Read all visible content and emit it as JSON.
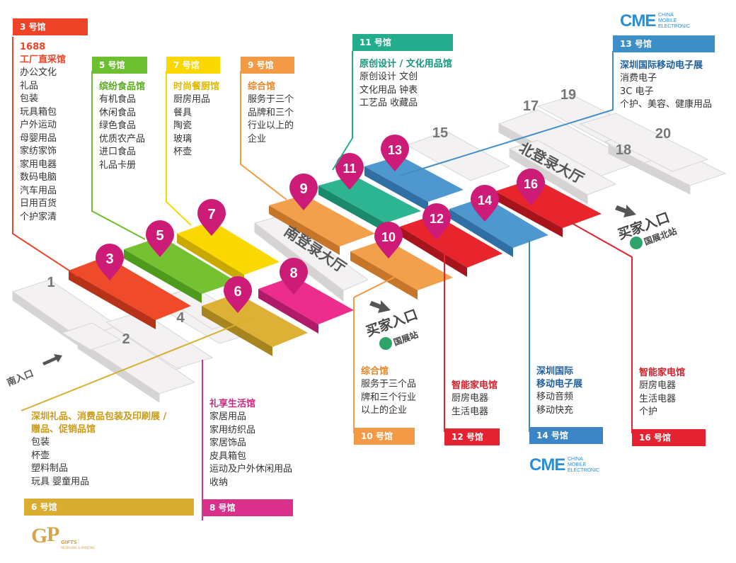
{
  "colors": {
    "h3": "#ee4326",
    "h5": "#6cbf2e",
    "h7": "#fbd700",
    "h9": "#f29a45",
    "h11": "#24ad8c",
    "h13": "#3e8fc8",
    "h6": "#d9ae30",
    "h8": "#d9318b",
    "h10": "#f29a45",
    "h12": "#e32430",
    "h14": "#3c86c5",
    "h16": "#e32430",
    "pin": "#cd1b78",
    "white_block": "#f0eeee",
    "text_gray": "#444444"
  },
  "logos": {
    "cme_top": "CME",
    "cme_top_sub": [
      "CHINA",
      "MOBILE",
      "ELECTRONIC"
    ],
    "cme_bottom": "CME",
    "cme_bottom_sub": [
      "CHINA",
      "MOBILE",
      "ELECTRONIC"
    ],
    "gifts": "GIFTS",
    "gifts_sub": "PACKAGING & PRINTING"
  },
  "halls": {
    "h3": {
      "header": "3 号馆",
      "title_lines": [
        "1688",
        "工厂直采馆"
      ],
      "items": [
        "办公文化",
        "礼品",
        "包装",
        "玩具箱包",
        "户外运动",
        "母婴用品",
        "家纺家饰",
        "家用电器",
        "数码电脑",
        "汽车用品",
        "日用百货",
        "个护家清"
      ]
    },
    "h5": {
      "header": "5 号馆",
      "title": "缤纷食品馆",
      "items": [
        "有机食品",
        "休闲食品",
        "绿色食品",
        "优质农产品",
        "进口食品",
        "礼品卡册"
      ]
    },
    "h7": {
      "header": "7 号馆",
      "title": "时尚餐厨馆",
      "items": [
        "厨房用品",
        "餐具",
        "陶瓷",
        "玻璃",
        "杯壶"
      ]
    },
    "h9": {
      "header": "9 号馆",
      "title": "综合馆",
      "items": [
        "服务于三个",
        "品牌和三个",
        "行业以上的",
        "企业"
      ]
    },
    "h11": {
      "header": "11 号馆",
      "title": "原创设计 / 文化用品馆",
      "items": [
        "原创设计  文创",
        "文化用品  钟表",
        "工艺品  收藏品"
      ]
    },
    "h13": {
      "header": "13 号馆",
      "title": "深圳国际移动电子展",
      "items": [
        "消费电子",
        "3C 电子",
        "个护、美容、健康用品"
      ]
    },
    "h6": {
      "header": "6 号馆",
      "title_lines": [
        "深圳礼品、消费品包装及印刷展 /",
        "赠品、促销品馆"
      ],
      "items": [
        "包装",
        "杯壶",
        "塑料制品",
        "玩具  婴童用品"
      ]
    },
    "h8": {
      "header": "8 号馆",
      "title": "礼享生活馆",
      "items": [
        "家居用品",
        "家用纺织品",
        "家居饰品",
        "皮具箱包",
        "运动及户外休闲用品",
        "收纳"
      ]
    },
    "h10": {
      "header": "10 号馆",
      "title": "综合馆",
      "items": [
        "服务于三个品",
        "牌和三个行业",
        "以上的企业"
      ]
    },
    "h12": {
      "header": "12 号馆",
      "title": "智能家电馆",
      "items": [
        "厨房电器",
        "生活电器"
      ]
    },
    "h14": {
      "header": "14 号馆",
      "title_lines": [
        "深圳国际",
        "移动电子展"
      ],
      "items": [
        "移动音频",
        "移动快充"
      ]
    },
    "h16": {
      "header": "16 号馆",
      "title": "智能家电馆",
      "items": [
        "厨房电器",
        "生活电器",
        "个护"
      ]
    }
  },
  "map": {
    "pins": [
      "3",
      "5",
      "7",
      "9",
      "11",
      "13",
      "6",
      "8",
      "10",
      "12",
      "14",
      "16"
    ],
    "plain_numbers": [
      "1",
      "2",
      "4",
      "15",
      "17",
      "18",
      "19",
      "20"
    ],
    "south_lobby": "南登录大厅",
    "north_lobby": "北登录大厅",
    "buyer_entrance_1": "买家入口",
    "buyer_entrance_2": "买家入口",
    "station_1": "国展站",
    "station_2": "国展北站",
    "south_entrance": "南入口"
  }
}
